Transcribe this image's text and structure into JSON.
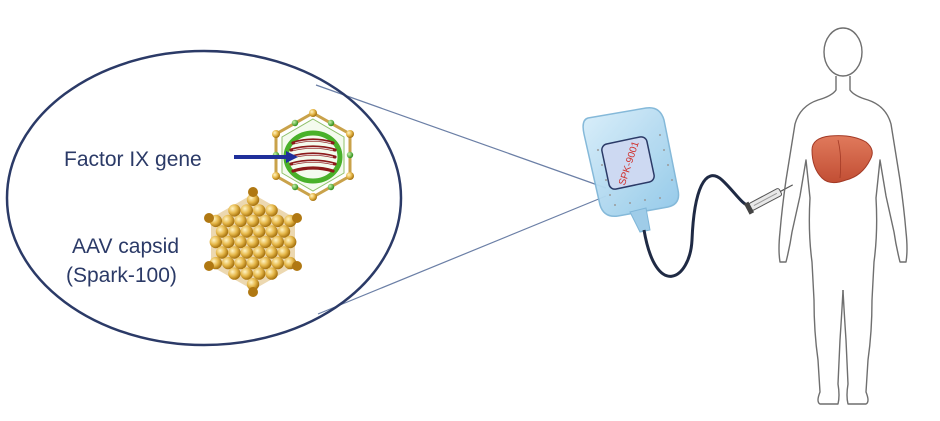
{
  "labels": {
    "gene": "Factor IX gene",
    "capsid_line1": "AAV capsid",
    "capsid_line2": "(Spark-100)",
    "bag": "SPK-9001"
  },
  "colors": {
    "ellipse_stroke": "#2b3a67",
    "label_text": "#2b3a67",
    "arrow": "#1f2f9a",
    "gene_dna": "#8b1a1a",
    "gene_ring": "#49b12a",
    "capsid_gold": "#d9a520",
    "iv_bag": "#a9d6ef",
    "bag_label": "#d0312d",
    "tube": "#1f2a44",
    "liver": "#d6664a",
    "body_outline": "#6f6f6f"
  },
  "icons": {
    "gene_vector": "aav-vector-icon",
    "capsid": "icosahedral-capsid-icon",
    "iv_bag": "iv-bag-icon",
    "syringe": "syringe-icon",
    "human": "human-body-icon",
    "liver": "liver-icon"
  }
}
